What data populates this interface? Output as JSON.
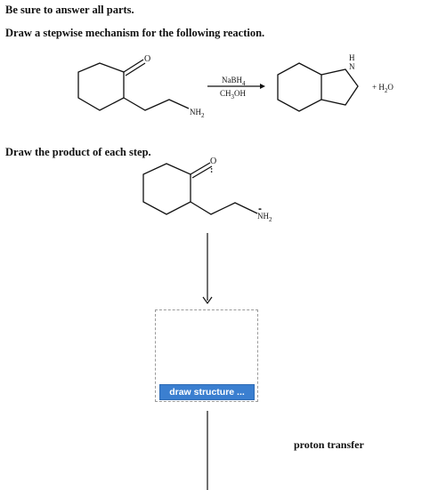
{
  "instructions": {
    "answer_all": "Be sure to answer all parts.",
    "mechanism_prompt": "Draw a stepwise mechanism for the following reaction.",
    "product_prompt": "Draw the product of each step."
  },
  "reaction": {
    "reactant": {
      "oxygen": "O",
      "amine": "NH",
      "amine_sub": "2"
    },
    "reagents": {
      "top": "NaBH",
      "top_sub": "4",
      "bottom": "CH",
      "bottom_sub": "3",
      "bottom_end": "OH"
    },
    "product": {
      "h_label": "H",
      "n_label": "N",
      "water_plus": "+ H",
      "water_sub": "2",
      "water_end": "O"
    }
  },
  "step1": {
    "oxygen": "O",
    "lone_pair_o": ":",
    "lone_pair_n": "..",
    "amine": "NH",
    "amine_sub": "2"
  },
  "draw_area": {
    "button_label": "draw structure ..."
  },
  "step2": {
    "label": "proton transfer"
  }
}
